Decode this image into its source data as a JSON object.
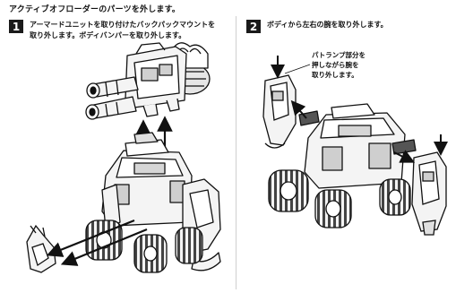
{
  "page": {
    "title": "アクティブオフローダーのパーツを外します。"
  },
  "step1": {
    "number": "1",
    "lines": [
      "アーマードユニットを取り付けたバックパックマウントを",
      "取り外します。ボディバンパーを取り外します。"
    ]
  },
  "step2": {
    "number": "2",
    "line": "ボディから左右の腕を取り外します。",
    "note_lines": [
      "パトランプ部分を",
      "押しながら腕を",
      "取り外します。"
    ]
  },
  "colors": {
    "ink": "#111111",
    "badge": "#1a1a1a",
    "part_fill": "#f4f4f4",
    "shade": "#bdbdbd"
  }
}
